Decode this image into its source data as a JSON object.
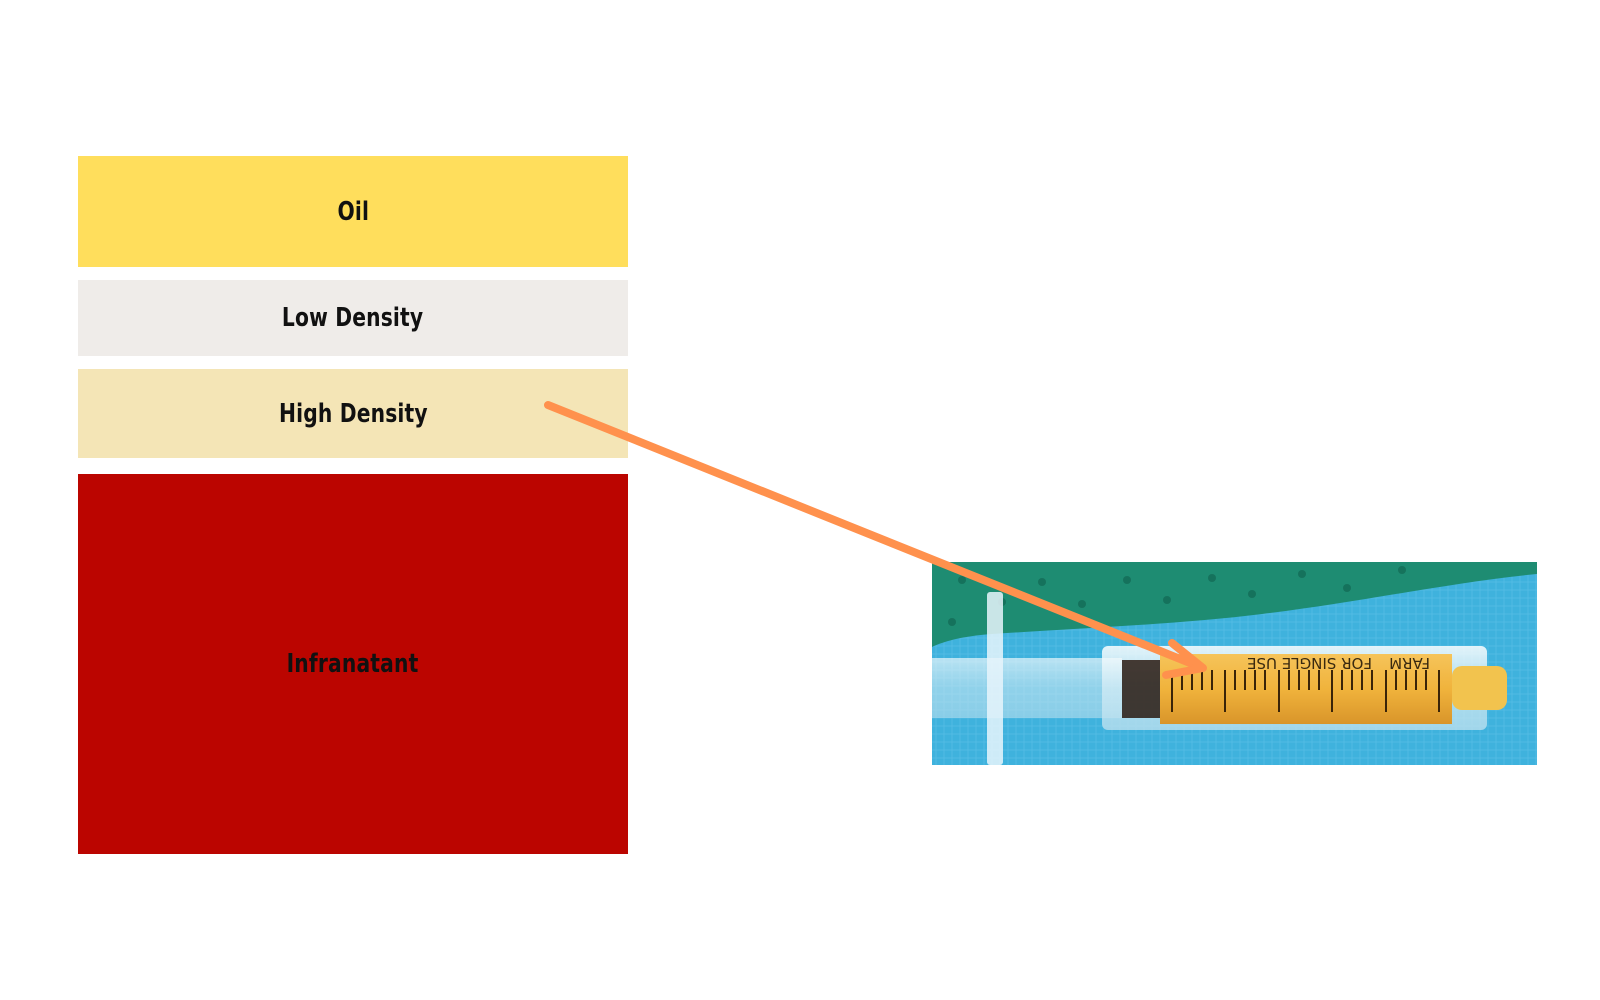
{
  "layers": [
    {
      "id": "oil",
      "label": "Oil",
      "color": "#FFDE5C"
    },
    {
      "id": "low",
      "label": "Low Density",
      "color": "#EFECE9"
    },
    {
      "id": "high",
      "label": "High Density",
      "color": "#F4E5B6"
    },
    {
      "id": "infra",
      "label": "Infranatant",
      "color": "#BB0500"
    }
  ],
  "photo": {
    "syringe_print_1": "FARM",
    "syringe_print_2": "FOR SINGLE USE",
    "background_color": "#3FB2DD",
    "drape_color": "#1E8C72",
    "fluid_color": "#F0B33C"
  },
  "arrow": {
    "color": "#FF914D"
  }
}
